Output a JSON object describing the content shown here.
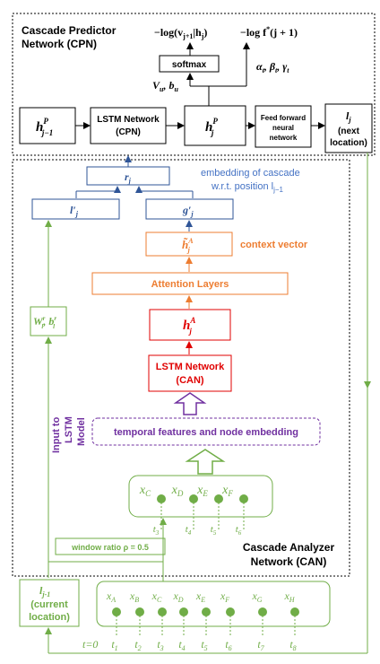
{
  "cpn": {
    "title_line1": "Cascade Predictor",
    "title_line2": "Network (CPN)",
    "eq_prob": "−log(v",
    "eq_prob_sub": "j+1",
    "eq_prob_rest": "|h",
    "eq_prob_sub2": "j",
    "eq_prob_end": ")",
    "eq_time": "−log f",
    "eq_time_star": "*",
    "eq_time_end": "(j + 1)",
    "softmax": "softmax",
    "vu_bu": "V",
    "vu_sub": "u",
    "bu": ", b",
    "bu_sub": "u",
    "alpha_beta_gamma": "α",
    "abg_sub_t": "t",
    "beta": ", β",
    "gamma": ", γ",
    "h_prev": "h",
    "h_prev_sup": "P",
    "h_prev_sub": "j−1",
    "lstm_line1": "LSTM Network",
    "lstm_line2": "(CPN)",
    "h_cur": "h",
    "h_cur_sup": "P",
    "h_cur_sub": "j",
    "ff_line1": "Feed forward",
    "ff_line2": "neural",
    "ff_line3": "network",
    "lj": "l",
    "lj_sub": "j",
    "next_line1": "(next",
    "next_line2": "location)"
  },
  "can": {
    "r": "r",
    "r_sub": "j",
    "embedding_line1": "embedding of cascade",
    "embedding_line2": "w.r.t. position l",
    "embedding_sub": "j−1",
    "l_prime": "l′",
    "l_prime_sub": "j",
    "g_prime": "g′",
    "g_prime_sub": "j",
    "h_tilde": "h̃",
    "h_tilde_sup": "A",
    "h_tilde_sub": "j",
    "context_vector": "context vector",
    "attention": "Attention Layers",
    "hA": "h",
    "hA_sup": "A",
    "hA_sub": "j",
    "lstm_line1": "LSTM Network",
    "lstm_line2": "(CAN)",
    "input_label_1": "Input to",
    "input_label_2": "LSTM",
    "input_label_3": "Model",
    "temporal": "temporal features and node embedding",
    "w_label": "W",
    "w_sup": "r",
    "w_sub": "l",
    "b_label": ", b",
    "b_sup": "r",
    "b_sub": "l",
    "window_ratio": "window ratio ρ = 0.5",
    "footer_line1": "Cascade Analyzer",
    "footer_line2": "Network (CAN)"
  },
  "window_nodes": {
    "labels": [
      "x",
      "x",
      "x",
      "x"
    ],
    "subs": [
      "C",
      "D",
      "E",
      "F"
    ],
    "times": [
      "t",
      "t",
      "t",
      "t"
    ],
    "time_subs": [
      "3",
      "4",
      "5",
      "6"
    ]
  },
  "bottom": {
    "current_line1": "l",
    "current_sub": "j-1",
    "current_line2": "(current",
    "current_line3": "location)",
    "nodes": [
      "x",
      "x",
      "x",
      "x",
      "x",
      "x",
      "x",
      "x"
    ],
    "node_subs": [
      "A",
      "B",
      "C",
      "D",
      "E",
      "F",
      "G",
      "H"
    ],
    "t0": "t=0",
    "times": [
      "t",
      "t",
      "t",
      "t",
      "t",
      "t",
      "t",
      "t"
    ],
    "time_subs": [
      "1",
      "2",
      "3",
      "4",
      "5",
      "6",
      "7",
      "8"
    ]
  },
  "colors": {
    "blue": "#2F5597",
    "blue_text": "#4472C4",
    "orange": "#ED7D31",
    "red": "#E00000",
    "purple": "#7030A0",
    "green": "#70AD47",
    "green_dot": "#70AD47"
  }
}
